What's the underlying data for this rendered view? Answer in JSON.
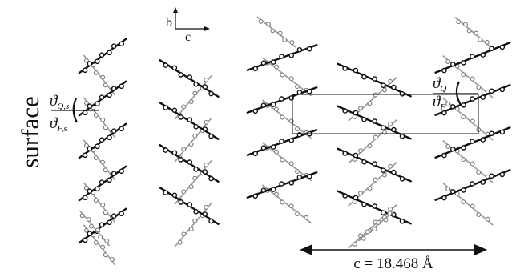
{
  "side_label": "surface",
  "axes": {
    "b": "b",
    "c": "c"
  },
  "angles": {
    "left_q": {
      "base": "ϑ",
      "sub": "Q,s"
    },
    "left_f": {
      "base": "ϑ",
      "sub": "F,s"
    },
    "right_q": {
      "base": "ϑ",
      "sub": "Q"
    },
    "right_f": {
      "base": "ϑ",
      "sub": "F"
    }
  },
  "lattice_label": "c = 18.468 Å",
  "colors": {
    "dark": "#111111",
    "grey": "#a0a0a0",
    "grey_edge": "#7a7a7a",
    "background": "#ffffff"
  }
}
